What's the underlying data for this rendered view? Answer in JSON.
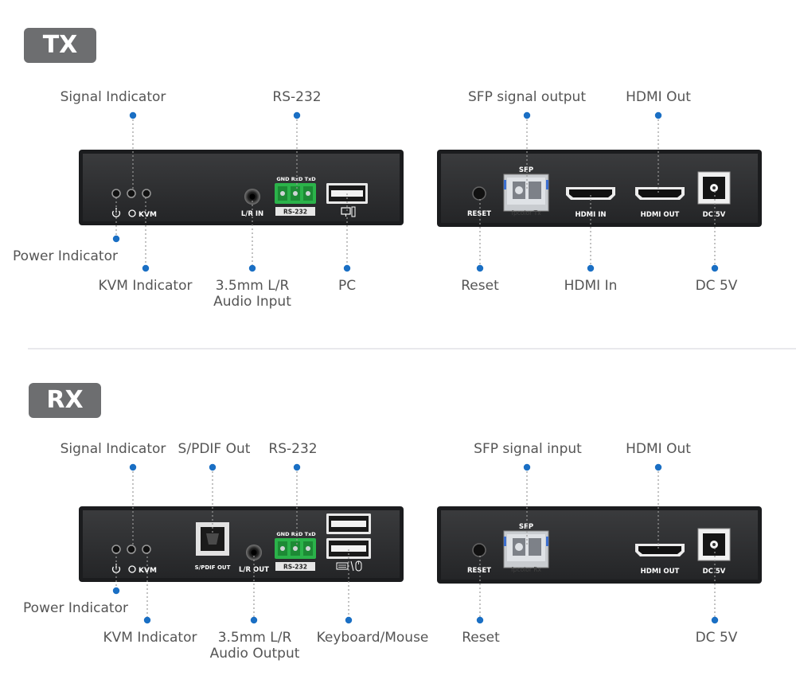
{
  "sections": {
    "tx": {
      "badge": "TX",
      "labels": {
        "signal_indicator": "Signal Indicator",
        "rs232": "RS-232",
        "sfp_signal_output": "SFP signal output",
        "hdmi_out": "HDMI Out",
        "power_indicator": "Power Indicator",
        "kvm_indicator": "KVM Indicator",
        "audio_input": "3.5mm L/R\nAudio Input",
        "pc": "PC",
        "reset": "Reset",
        "hdmi_in": "HDMI In",
        "dc5v": "DC 5V"
      },
      "panel_text": {
        "kvm": "KVM",
        "lr_in": "L/R IN",
        "pin_labels": "GND RxD TxD",
        "rs232_tag": "RS-232",
        "reset": "RESET",
        "sfp": "SFP",
        "sfp_module": "fpcolor Tx",
        "hdmi_in": "HDMI IN",
        "hdmi_out": "HDMI OUT",
        "dc5v": "DC 5V"
      }
    },
    "rx": {
      "badge": "RX",
      "labels": {
        "signal_indicator": "Signal Indicator",
        "spdif_out": "S/PDIF Out",
        "rs232": "RS-232",
        "sfp_signal_input": "SFP signal input",
        "hdmi_out": "HDMI Out",
        "power_indicator": "Power Indicator",
        "kvm_indicator": "KVM Indicator",
        "audio_output": "3.5mm L/R\nAudio Output",
        "keyboard_mouse": "Keyboard/Mouse",
        "reset": "Reset",
        "dc5v": "DC 5V"
      },
      "panel_text": {
        "kvm": "KVM",
        "spdif_out": "S/PDIF OUT",
        "lr_out": "L/R OUT",
        "pin_labels": "GND RxD TxD",
        "rs232_tag": "RS-232",
        "reset": "RESET",
        "sfp": "SFP",
        "sfp_module": "fpcolor Rx",
        "hdmi_out": "HDMI OUT",
        "dc5v": "DC 5V"
      }
    }
  },
  "colors": {
    "badge": "#6d6e70",
    "panel": "#2d2e30",
    "leader_dot": "#1a6fc4",
    "terminal": "#2bb34a",
    "label_text": "#555555"
  }
}
